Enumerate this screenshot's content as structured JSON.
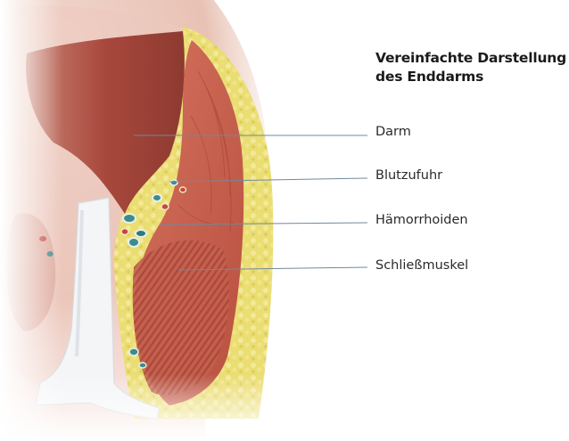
{
  "diagram": {
    "title_line1": "Vereinfachte Darstellung",
    "title_line2": "des Enddarms",
    "labels": {
      "darm": "Darm",
      "blutzufuhr": "Blutzufuhr",
      "haemorrhoiden": "Hämorrhoiden",
      "schliessmuskel": "Schließmuskel"
    },
    "colors": {
      "leader_line": "#6f8a9c",
      "tissue_red": "#c85a4a",
      "fat_yellow": "#e9dc6e",
      "skin": "#e7c4b8"
    }
  }
}
